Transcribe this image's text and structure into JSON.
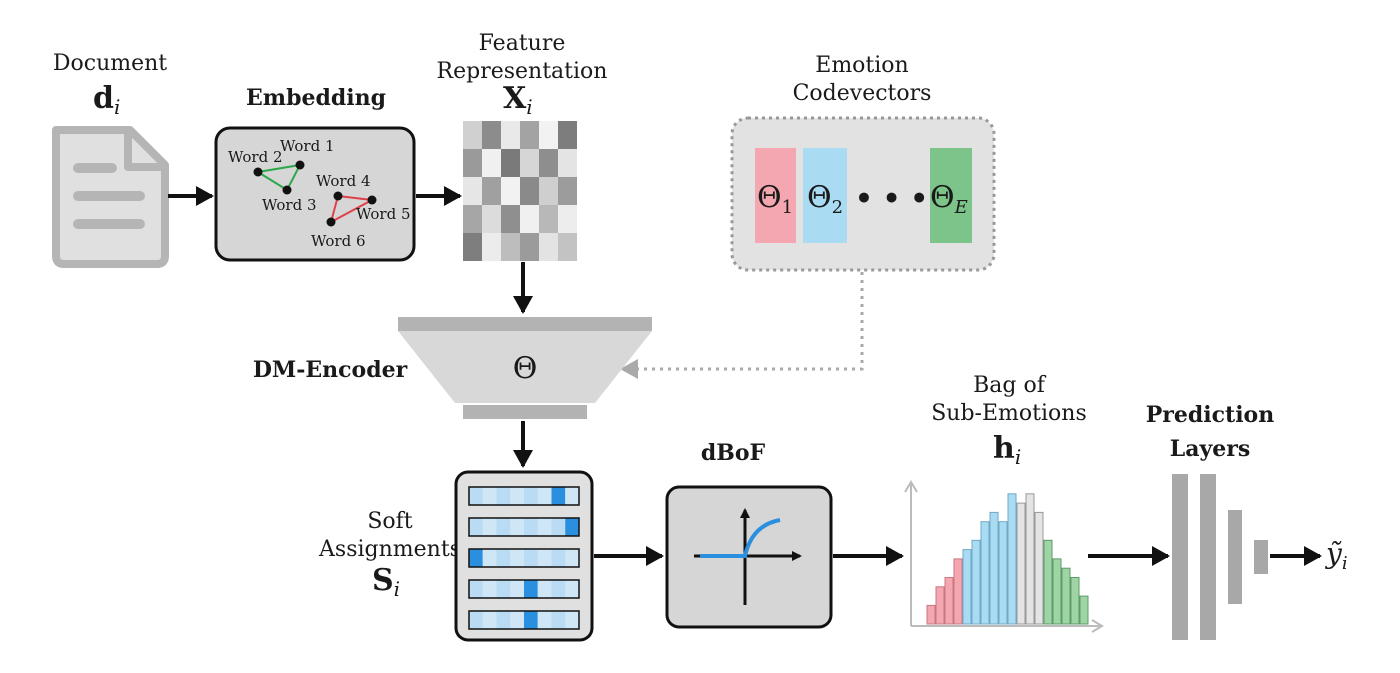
{
  "document": {
    "title": "Document",
    "symbol": "d",
    "subscript": "i"
  },
  "embedding": {
    "title": "Embedding",
    "words": [
      "Word 1",
      "Word 2",
      "Word 3",
      "Word 4",
      "Word 5",
      "Word 6"
    ]
  },
  "feature": {
    "title_line1": "Feature",
    "title_line2": "Representation",
    "symbol": "X",
    "subscript": "i"
  },
  "codevectors": {
    "title_line1": "Emotion",
    "title_line2": "Codevectors",
    "items": [
      {
        "symbol": "Θ",
        "subscript": "1",
        "color": "#f4a7b0"
      },
      {
        "symbol": "Θ",
        "subscript": "2",
        "color": "#a9dcf3"
      },
      {
        "symbol": "Θ",
        "subscript": "E",
        "color": "#7cc48a"
      }
    ],
    "ellipsis": "• • •"
  },
  "encoder": {
    "title": "DM-Encoder",
    "symbol": "Θ"
  },
  "soft_assignments": {
    "title_line1": "Soft",
    "title_line2": "Assignments",
    "symbol": "S",
    "subscript": "i"
  },
  "dbof": {
    "title": "dBoF"
  },
  "bag": {
    "title_line1": "Bag of",
    "title_line2": "Sub-Emotions",
    "symbol": "h",
    "subscript": "i"
  },
  "prediction": {
    "title_line1": "Prediction",
    "title_line2": "Layers",
    "output_symbol": "ỹ",
    "output_subscript": "i"
  },
  "colors": {
    "pink": "#f4a7b0",
    "blue": "#a9dcf3",
    "green": "#7cc48a",
    "gray_fill": "#d9d9d9",
    "dark": "#111111",
    "accent_blue": "#2b8fe0"
  },
  "histogram": {
    "heights": [
      2,
      4,
      5,
      7,
      8,
      9,
      11,
      12,
      11,
      14,
      13,
      14,
      12,
      9,
      7,
      6,
      5,
      3
    ],
    "groups": [
      "pink",
      "pink",
      "pink",
      "pink",
      "blue",
      "blue",
      "blue",
      "blue",
      "blue",
      "blue",
      "gray",
      "gray",
      "gray",
      "green",
      "green",
      "green",
      "green",
      "green"
    ]
  }
}
